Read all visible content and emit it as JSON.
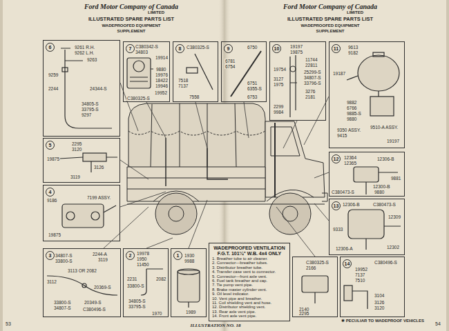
{
  "diagram": {
    "nodes": [
      {
        "text": [
          "6",
          "9261 R.H.",
          "9262 L.H.",
          "9263",
          "9259",
          "2244",
          "24344-S",
          "34805-S",
          "33795-S",
          "9297"
        ]
      },
      {
        "text": [
          "7",
          "C380342-S",
          "34803",
          "19914",
          "9880",
          "19976",
          "18422",
          "19946",
          "19952",
          "C380325-S"
        ]
      },
      {
        "text": [
          "8",
          "C380325-S",
          "7518",
          "7137",
          "7558"
        ]
      },
      {
        "text": [
          "9",
          "6750",
          "6781",
          "6754",
          "6751",
          "6355-S",
          "6753"
        ]
      },
      {
        "text": [
          "10",
          "19197",
          "19875",
          "11744",
          "22811",
          "19754",
          "25299-S",
          "34807-S",
          "33796-S",
          "3127",
          "1975",
          "3276",
          "2181",
          "2299",
          "9984"
        ]
      },
      {
        "text": [
          "11",
          "9613",
          "9182",
          "19187",
          "9882",
          "6766",
          "9885-S",
          "9880",
          "9350 ASSY.",
          "9415",
          "9510-A ASSY.",
          "19197"
        ]
      },
      {
        "text": [
          "5",
          "2295",
          "3120",
          "19875",
          "3126",
          "3119"
        ]
      },
      {
        "text": [
          "12",
          "12364",
          "12365",
          "12306-B",
          "9881",
          "C380473-S",
          "12300-B",
          "9880"
        ]
      },
      {
        "text": [
          "4",
          "9186",
          "7199 ASSY.",
          "19875"
        ]
      },
      {
        "text": [
          "13",
          "12306-B",
          "C380473-S",
          "12309",
          "9333",
          "12306-A",
          "12302"
        ]
      },
      {
        "text": [
          "3",
          "34807-S",
          "33800-S",
          "2244-A",
          "3119",
          "3113 OR 2082",
          "3112",
          "20369-S",
          "33800-S",
          "34807-S",
          "20349-S",
          "C380496-S"
        ]
      },
      {
        "text": [
          "2",
          "19978",
          "1950",
          "11450",
          "2231",
          "2082",
          "33800-S",
          "34805-S",
          "33795-S",
          "1970"
        ]
      },
      {
        "text": [
          "1",
          "1930",
          "9988",
          "1989"
        ]
      },
      {
        "text": [
          "WADEPROOFED VENTILATION",
          "F.G.T. 101¼\" W.B. 4x4 ONLY",
          "1. Breather tube to air cleaner.",
          "2. Connector—breather tubes.",
          "3. Distributor breather tube.",
          "4. Transfer case vent to connector.",
          "5. Connector—front axle vent.",
          "6. Fuel tank breather and cap.",
          "7. Tie pump vent pipe.",
          "8. Brake master cylinder vent.",
          "9. Oil level indicator.",
          "10. Vent pipe and breather.",
          "11. Coil shielding vent and hose.",
          "12. Distributor shielding vent.",
          "13. Rear axle vent pipe.",
          "14. Front axle vent pipe."
        ]
      },
      {
        "text": [
          "C380325-S",
          "2166",
          "2140",
          "2295"
        ]
      },
      {
        "text": [
          "14",
          "C380496-S",
          "19952",
          "7137",
          "7510",
          "3104",
          "3126",
          "3120"
        ]
      }
    ],
    "labels": [
      "Ford Motor Company of Canada",
      "LIMITED",
      "ILLUSTRATED SPARE PARTS LIST",
      "WADEPROOFED EQUIPMENT",
      "SUPPLEMENT",
      "Ford Motor Company of Canada",
      "LIMITED",
      "ILLUSTRATED SPARE PARTS LIST",
      "WADEPROOFED EQUIPMENT",
      "SUPPLEMENT",
      "53",
      "54",
      "ILLUSTRATION NO. 18",
      "✱ PECULIAR TO WADEPROOF VEHICLES"
    ]
  }
}
